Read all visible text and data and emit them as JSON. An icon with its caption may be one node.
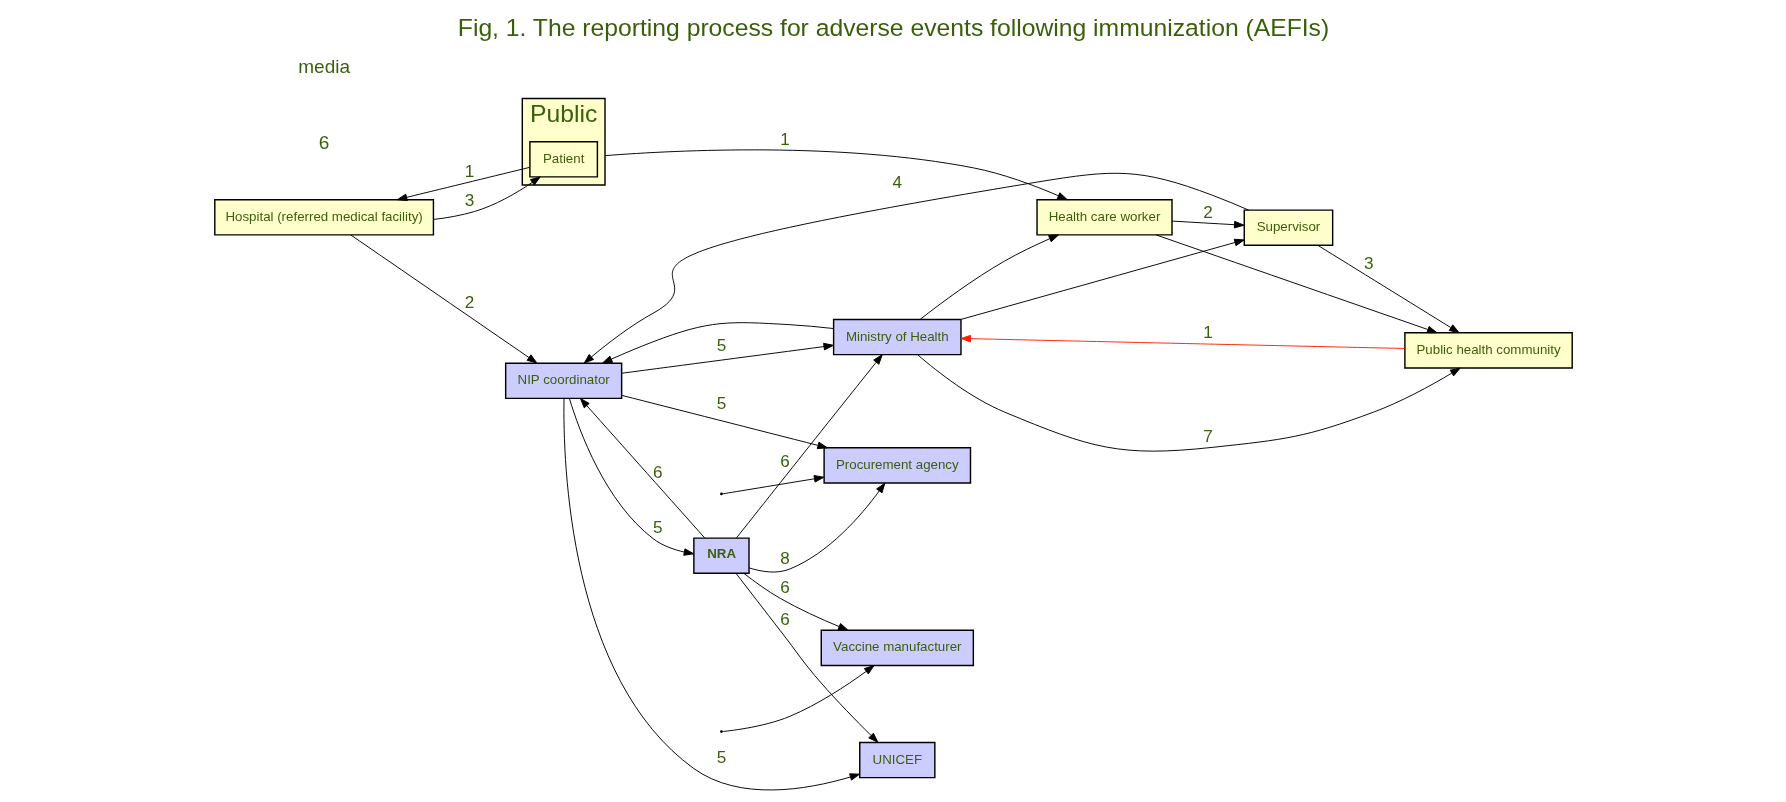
{
  "diagram": {
    "title": "Fig, 1. The reporting process for adverse events following immunization (AEFIs)",
    "nodes": [
      {
        "text": [
          "Hospital (referred medical facility)"
        ]
      },
      {
        "text": [
          "Public"
        ]
      },
      {
        "text": [
          "Patient"
        ],
        "in": 1
      },
      {
        "text": [
          "Public health community"
        ]
      },
      {
        "text": [
          "Health care worker"
        ]
      },
      {
        "text": [
          "Supervisor"
        ]
      },
      {
        "text": [
          "NIP coordinator"
        ]
      },
      {
        "text": [
          "Procurement agency"
        ]
      },
      {
        "text": [
          "UNICEF"
        ]
      },
      {
        "text": [
          "NRA"
        ]
      },
      {
        "text": [
          "Ministry of Health"
        ]
      },
      {
        "text": [
          "Vaccine manufacturer"
        ]
      }
    ],
    "edges": [
      {
        "from": 2,
        "to": 0,
        "arrow": "to",
        "label": "1"
      },
      {
        "from": 0,
        "to": 2,
        "arrow": "to",
        "label": "3"
      },
      {
        "from": 1,
        "to": 4,
        "arrow": "to",
        "label": "1"
      },
      {
        "from": 4,
        "to": 5,
        "arrow": "to",
        "label": "2"
      },
      {
        "from": 0,
        "to": 6,
        "arrow": "to",
        "label": "2"
      },
      {
        "from": 5,
        "to": 6,
        "arrow": "to",
        "label": "4"
      },
      {
        "from": 5,
        "to": 3,
        "arrow": "to",
        "label": "3"
      },
      {
        "from": 4,
        "to": 3,
        "arrow": "to"
      },
      {
        "from": 6,
        "to": 7,
        "arrow": "to",
        "label": "5"
      },
      {
        "from": 6,
        "to": 8,
        "arrow": "to",
        "label": "5"
      },
      {
        "from": 6,
        "to": 9,
        "arrow": "to",
        "label": "5"
      },
      {
        "from": 9,
        "to": 6,
        "arrow": "to",
        "label": "6"
      },
      {
        "from": 6,
        "to": 10,
        "arrow": "to",
        "label": "5"
      },
      {
        "from": 9,
        "to": 8,
        "arrow": "to",
        "label": "6"
      },
      {
        "from": 9,
        "to": 10,
        "arrow": "to",
        "label": "6"
      },
      {
        "from": 9,
        "to": 11,
        "arrow": "to",
        "label": "6"
      },
      {
        "from": 9,
        "to": 7,
        "arrow": "to",
        "label": "8"
      },
      {
        "from": null,
        "to": 7,
        "arrow": "to"
      },
      {
        "from": null,
        "to": 11,
        "arrow": "to"
      },
      {
        "from": 10,
        "to": 3,
        "arrow": "to",
        "label": "7"
      },
      {
        "from": 10,
        "to": 4,
        "arrow": "to"
      },
      {
        "from": 10,
        "to": 5,
        "arrow": "to"
      },
      {
        "from": 10,
        "to": 6,
        "arrow": "to"
      },
      {
        "from": 3,
        "to": 10,
        "arrow": "to",
        "label": "1",
        "color": "#ff2200"
      }
    ],
    "labels": [
      "6",
      "media"
    ]
  }
}
